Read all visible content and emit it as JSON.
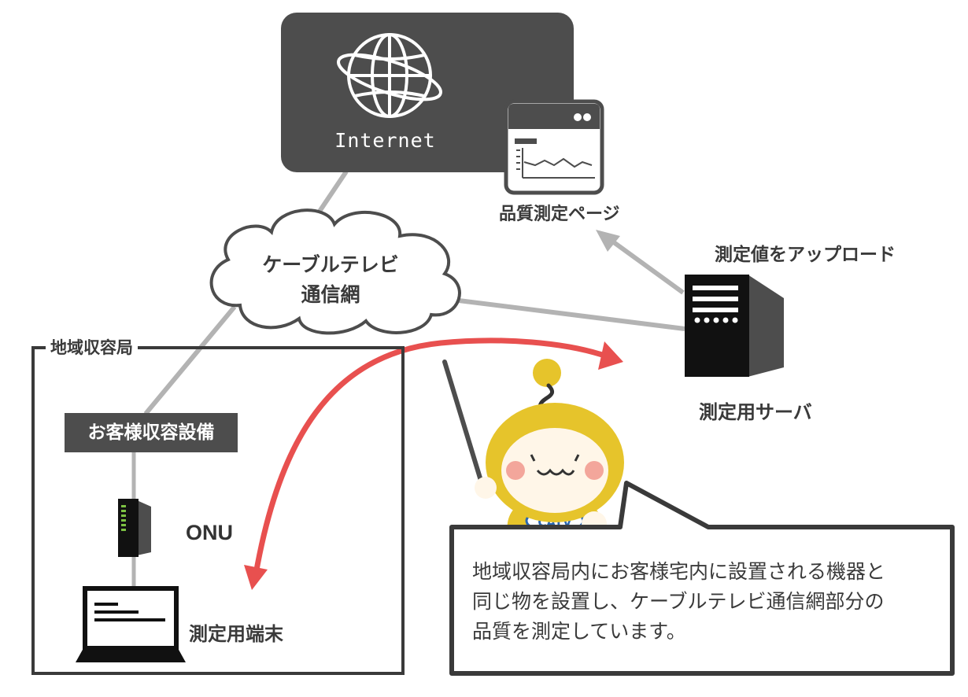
{
  "internet": {
    "label": "Internet"
  },
  "cloud": {
    "line1": "ケーブルテレビ",
    "line2": "通信網"
  },
  "quality_page": {
    "label": "品質測定ページ"
  },
  "upload": {
    "label": "測定値をアップロード"
  },
  "server": {
    "label": "測定用サーバ"
  },
  "region": {
    "title": "地域収容局"
  },
  "equipment": {
    "label": "お客様収容設備"
  },
  "onu": {
    "label": "ONU"
  },
  "terminal": {
    "label": "測定用端末"
  },
  "mascot": {
    "badge": "CATV"
  },
  "speech": {
    "line1": "地域収容局内にお客様宅内に設置される機器と",
    "line2": "同じ物を設置し、ケーブルテレビ通信網部分の",
    "line3": "品質を測定しています。"
  },
  "colors": {
    "dark": "#4d4d4d",
    "line": "#b3b3b3",
    "arrow": "#e8504f",
    "mascot": "#e6c42b"
  }
}
